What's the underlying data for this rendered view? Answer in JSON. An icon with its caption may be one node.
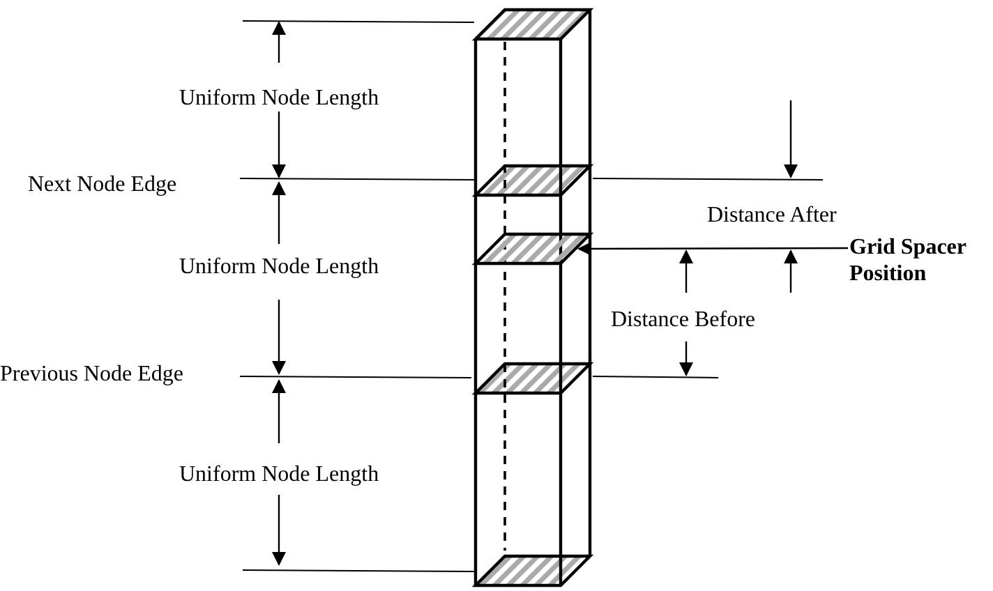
{
  "diagram": {
    "nodes": [
      {
        "text": [
          "Grid Spacer Position"
        ]
      },
      {
        "text": [],
        "shape": "box"
      }
    ],
    "edges": [
      {
        "from": 0,
        "to": 1,
        "arrow": "to"
      }
    ],
    "labels": [
      "Uniform Node Length",
      "Next Node Edge",
      "Distance After",
      "Uniform Node Length",
      "Distance Before",
      "Previous Node Edge",
      "Uniform Node Length"
    ]
  }
}
